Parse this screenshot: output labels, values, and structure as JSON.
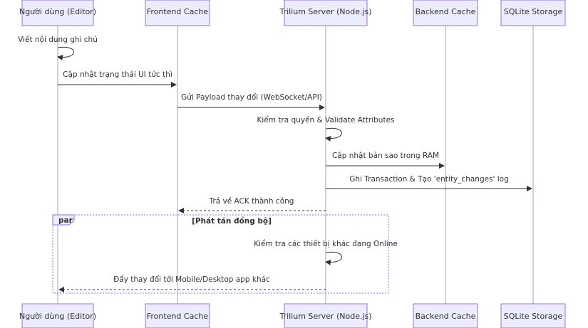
{
  "actors": [
    {
      "id": "user",
      "label": "Người dùng (Editor)"
    },
    {
      "id": "fe",
      "label": "Frontend Cache"
    },
    {
      "id": "srv",
      "label": "Trilium Server (Node.js)"
    },
    {
      "id": "be",
      "label": "Backend Cache"
    },
    {
      "id": "db",
      "label": "SQLite Storage"
    }
  ],
  "messages": [
    {
      "from": "user",
      "to": "user",
      "text": "Viết nội dung ghi chú",
      "style": "solid"
    },
    {
      "from": "user",
      "to": "fe",
      "text": "Cập nhật trạng thái UI tức thì",
      "style": "solid"
    },
    {
      "from": "fe",
      "to": "srv",
      "text": "Gửi Payload thay đổi (WebSocket/API)",
      "style": "solid"
    },
    {
      "from": "srv",
      "to": "srv",
      "text": "Kiểm tra quyền & Validate Attributes",
      "style": "solid"
    },
    {
      "from": "srv",
      "to": "be",
      "text": "Cập nhật bản sao trong RAM",
      "style": "solid"
    },
    {
      "from": "srv",
      "to": "db",
      "text": "Ghi Transaction & Tạo 'entity_changes' log",
      "style": "solid"
    },
    {
      "from": "srv",
      "to": "fe",
      "text": "Trả về ACK thành công",
      "style": "dashed"
    },
    {
      "from": "srv",
      "to": "srv",
      "text": "Kiểm tra các thiết bị khác đang Online",
      "style": "solid"
    },
    {
      "from": "srv",
      "to": "user",
      "text": "Đẩy thay đổi tới Mobile/Desktop app khác",
      "style": "dashed"
    }
  ],
  "fragment": {
    "kind": "par",
    "title": "[Phát tán đồng bộ]"
  }
}
